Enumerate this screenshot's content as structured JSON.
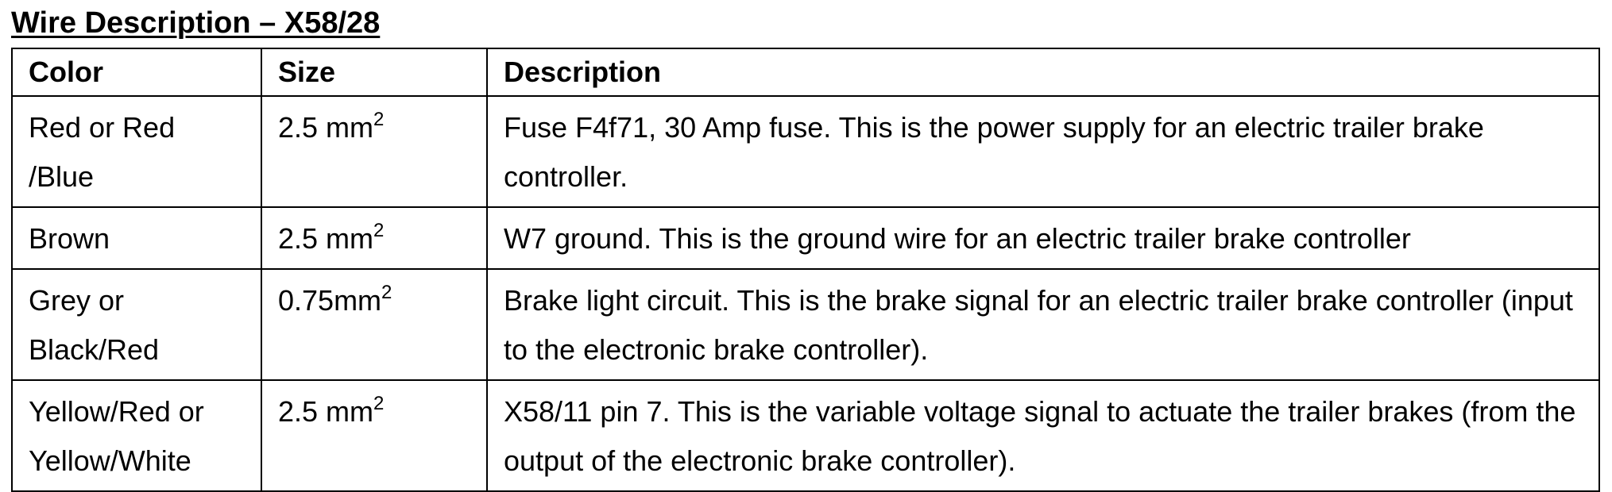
{
  "heading": "Wire Description – X58/28",
  "columns": {
    "color": "Color",
    "size": "Size",
    "description": "Description"
  },
  "rows": [
    {
      "color_line1": "Red or Red",
      "color_line2": "/Blue",
      "size": "2.5 mm",
      "size_sup": "2",
      "description": "Fuse F4f71, 30 Amp fuse.  This is the power supply for an electric trailer brake controller."
    },
    {
      "color_line1": "Brown",
      "color_line2": "",
      "size": "2.5 mm",
      "size_sup": "2",
      "description": "W7 ground. This is the ground wire for an electric trailer brake controller"
    },
    {
      "color_line1": "Grey or",
      "color_line2": "Black/Red",
      "size": "0.75mm",
      "size_sup": "2",
      "description": "Brake light circuit. This is the brake signal for an electric trailer brake controller (input to the electronic brake controller)."
    },
    {
      "color_line1": "Yellow/Red or",
      "color_line2": "Yellow/White",
      "size": "2.5 mm",
      "size_sup": "2",
      "description": "X58/11 pin 7. This is the variable voltage signal to actuate the trailer brakes (from the output of the electronic brake controller)."
    }
  ]
}
